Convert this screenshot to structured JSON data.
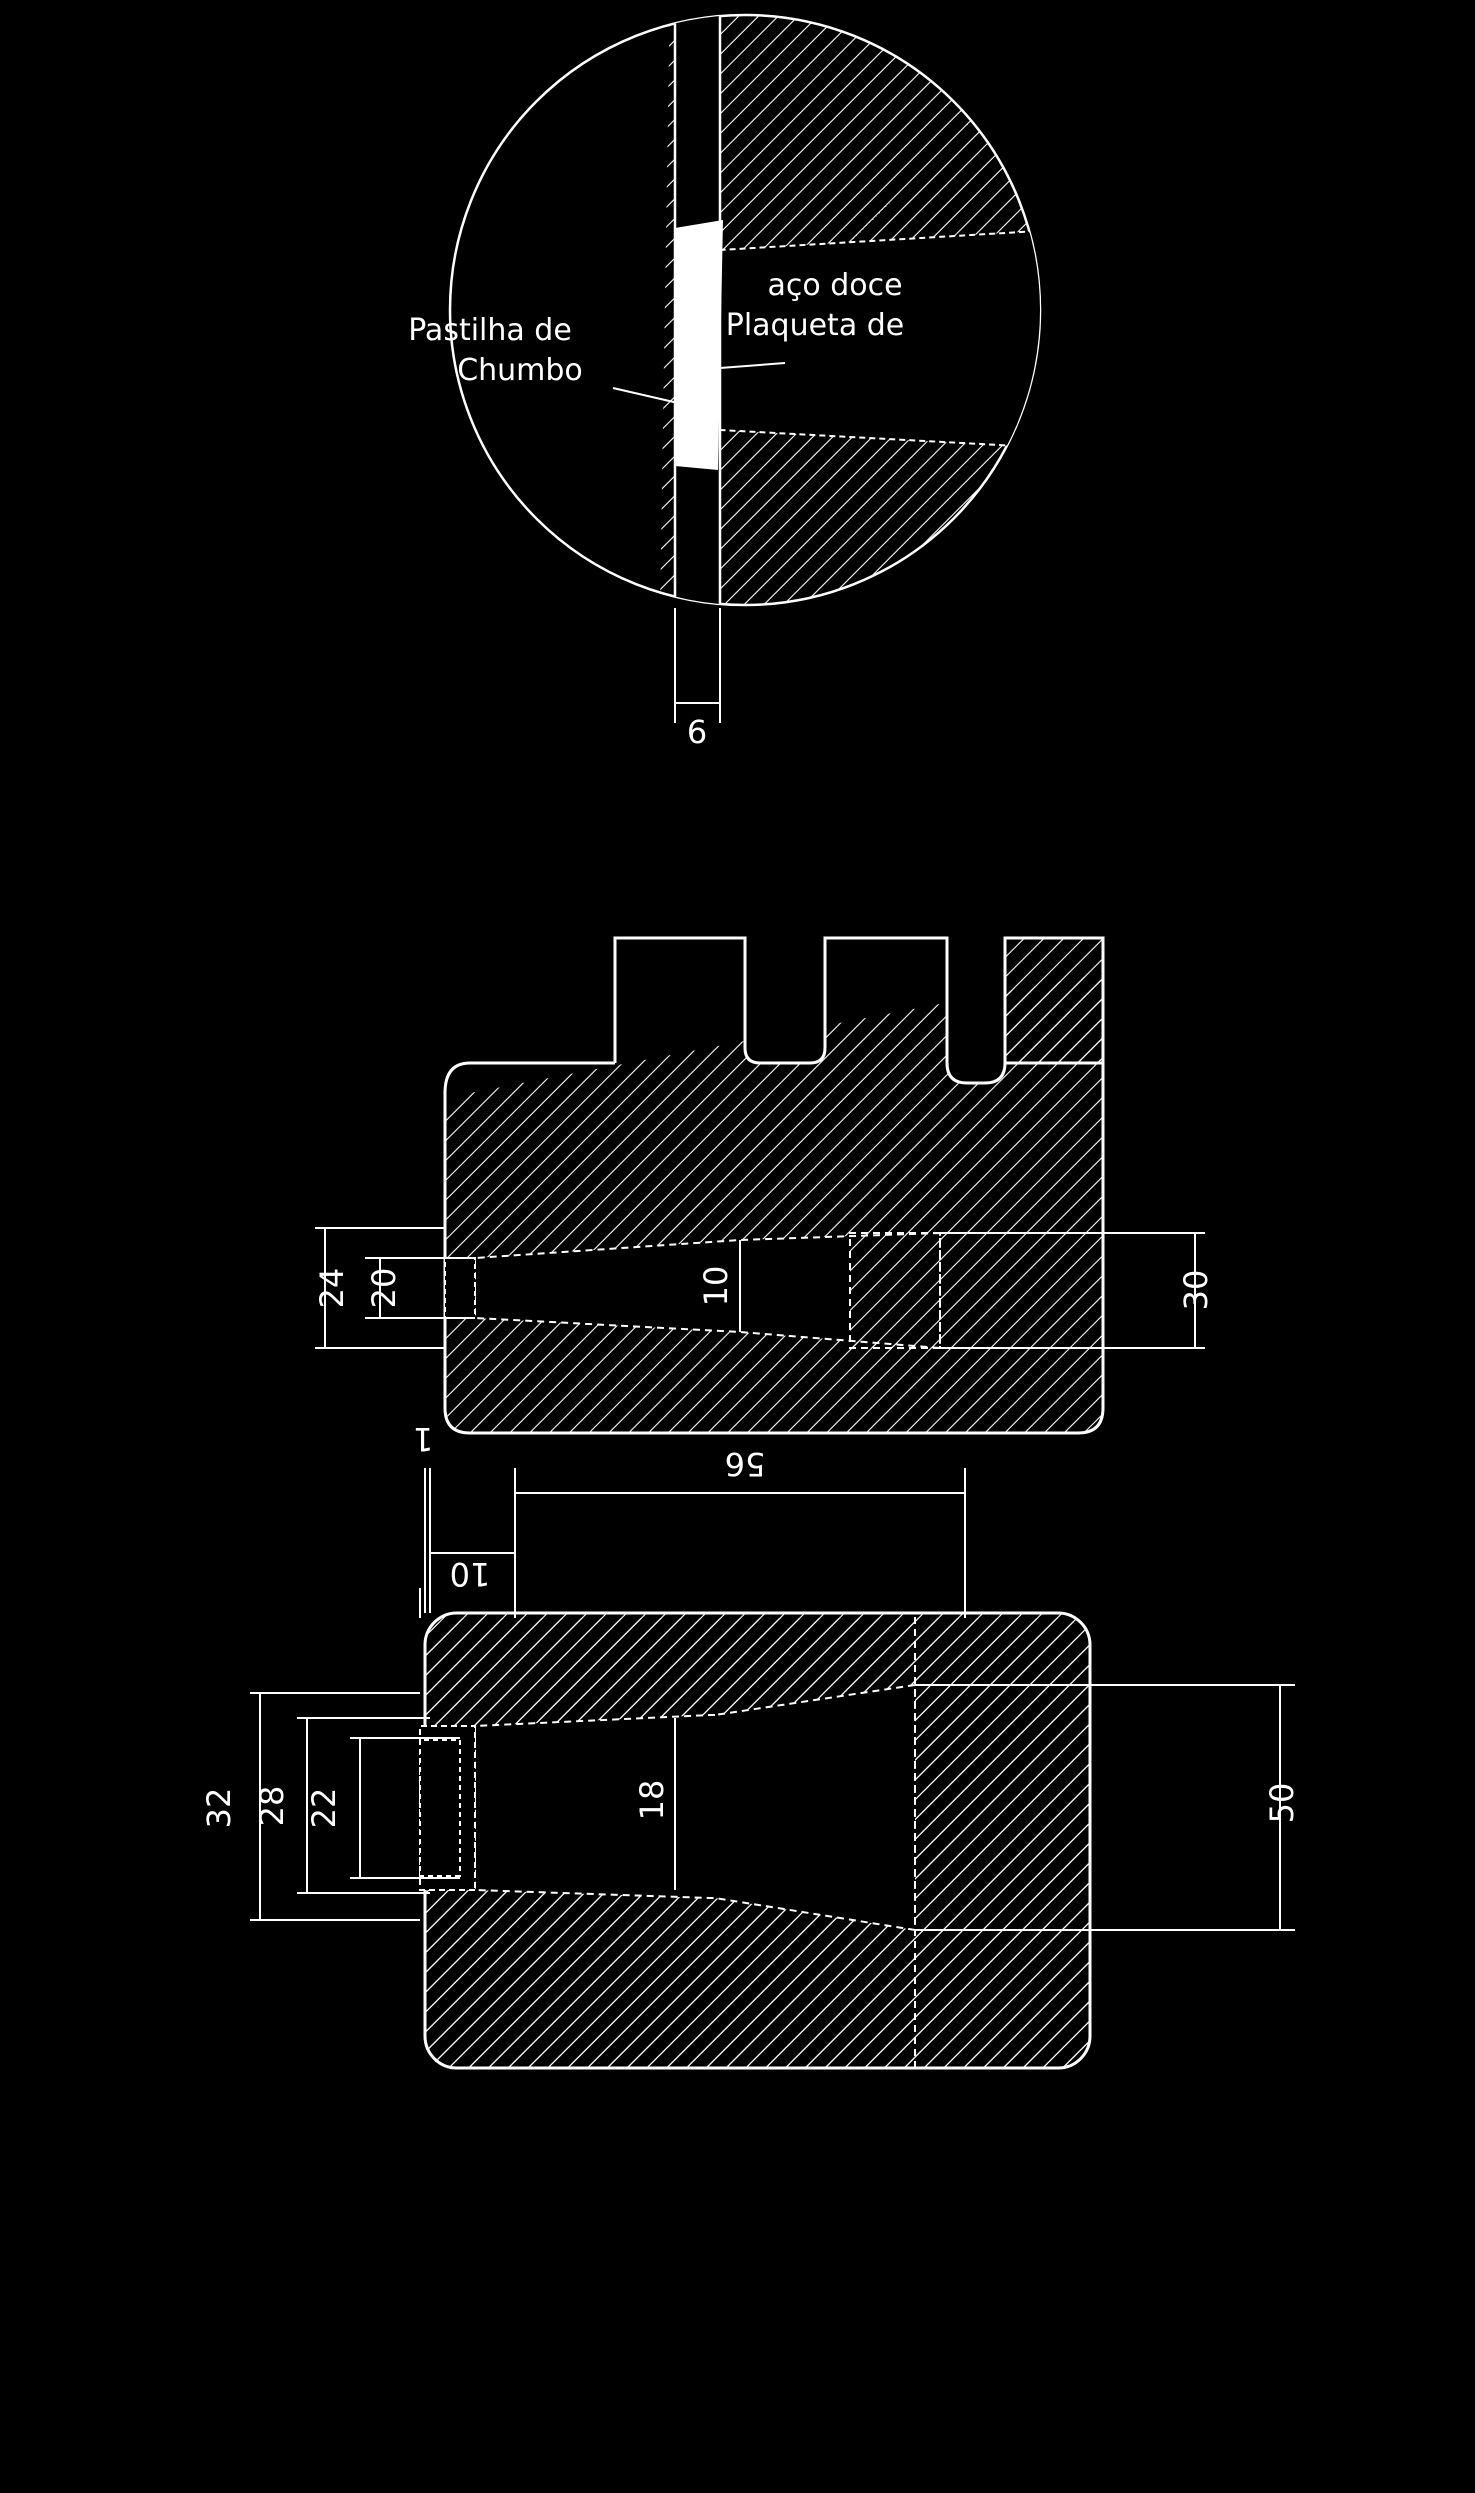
{
  "colors": {
    "background": "#000000",
    "line": "#ffffff",
    "lead": "#ffffff"
  },
  "orientation": "rotated-180",
  "detail": {
    "label_lead_1": "Pastilha de",
    "label_lead_2": "Chumbo",
    "label_steel_1": "Plaqueta de",
    "label_steel_2": "aço doce",
    "dim_thickness": "6"
  },
  "middle_part": {
    "dim_outer": "24",
    "dim_inner": "20",
    "dim_bore": "10",
    "dim_base": "30"
  },
  "bottom_part": {
    "dim_outer": "32",
    "dim_mid": "28",
    "dim_inner": "22",
    "dim_bore": "18",
    "dim_base": "50",
    "dim_height": "56",
    "dim_flange": "10",
    "dim_step": "1"
  }
}
